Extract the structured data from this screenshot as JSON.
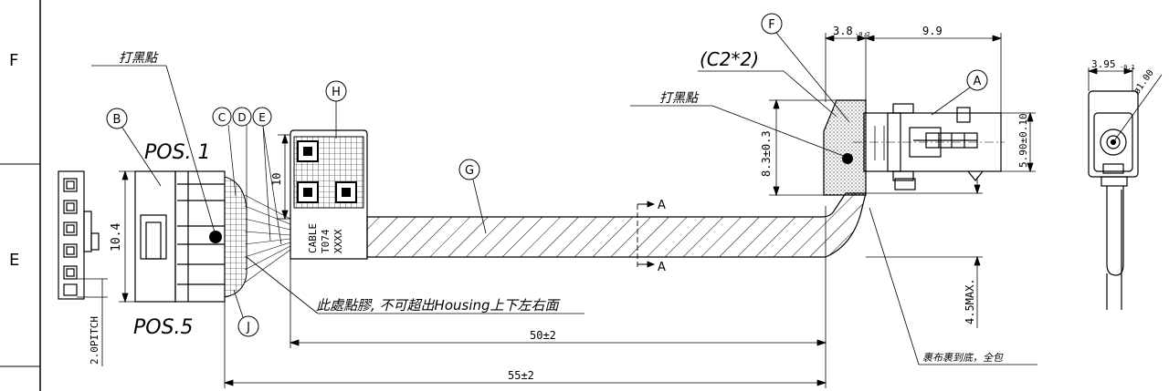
{
  "zone_labels": {
    "f": "F",
    "e": "E"
  },
  "balloons": {
    "a": "A",
    "b": "B",
    "c": "C",
    "d": "D",
    "e": "E",
    "f": "F",
    "g": "G",
    "h": "H",
    "j": "J"
  },
  "notes": {
    "black_dot_left": "打黑點",
    "black_dot_right": "打黑點",
    "glue": "此處點膠, 不可超出Housing上下左右面",
    "wrap": "裹布裹到底，全包",
    "chamfer": "(C2*2)",
    "pos1": "POS. 1",
    "pos5": "POS.5"
  },
  "label_text": {
    "line1": "CABLE",
    "line2": "T074",
    "line3": "XXXX"
  },
  "dimensions": {
    "pitch": "2.0PITCH",
    "housing_height": "10.4",
    "label_offset": "10",
    "length_50": "50±2",
    "length_55": "55±2",
    "height_83": "8.3±0.3",
    "height_59": "5.90±0.10",
    "max_45": "4.5MAX.",
    "width_38": "3.8",
    "width_38_tol": "-0.2",
    "width_99": "9.9",
    "width_395": "3.95",
    "width_395_tol": "-0.1",
    "dia": "ø1.00"
  },
  "section": {
    "a1": "A",
    "a2": "A"
  }
}
